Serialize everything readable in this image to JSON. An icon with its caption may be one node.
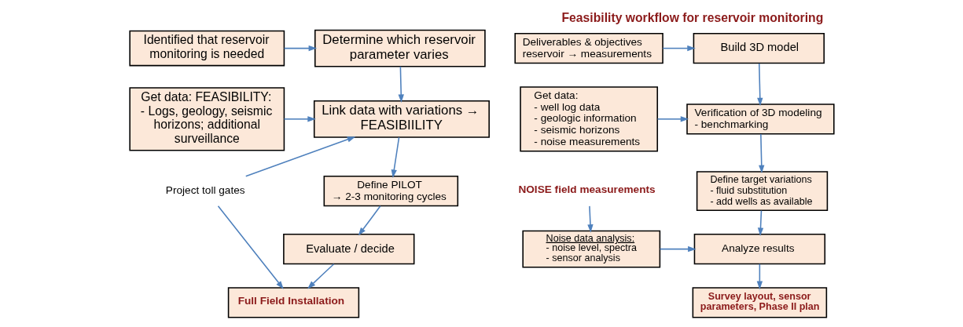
{
  "diagram": {
    "title": "Feasibility workflow for reservoir monitoring",
    "nodes": [
      {
        "text": [
          "Identified that reservoir monitoring is needed"
        ]
      },
      {
        "text": [
          "Determine which reservoir parameter varies"
        ]
      },
      {
        "text": [
          "Get data: FEASIBILITY:",
          "- Logs, geology, seismic horizons; additional surveillance"
        ]
      },
      {
        "text": [
          "Link data with variations → FEASIBIILITY"
        ]
      },
      {
        "text": [
          "Define PILOT",
          "→ 2-3 monitoring cycles"
        ]
      },
      {
        "text": [
          "Project toll gates"
        ]
      },
      {
        "text": [
          "Evaluate / decide"
        ]
      },
      {
        "text": [
          "Full Field Installation"
        ]
      },
      {
        "text": [
          "Deliverables & objectives reservoir → measurements"
        ]
      },
      {
        "text": [
          "Build 3D model"
        ]
      },
      {
        "text": [
          "Get data:",
          "- well log data",
          "- geologic information",
          "- seismic horizons",
          "- noise measurements"
        ]
      },
      {
        "text": [
          "Verification of 3D modeling",
          "- benchmarking"
        ]
      },
      {
        "text": [
          "Define target variations",
          "- fluid substitution",
          "- add wells as available"
        ]
      },
      {
        "text": [
          "NOISE field measurements"
        ]
      },
      {
        "text": [
          "Noise data analysis:",
          "- noise level, spectra",
          "- sensor analysis"
        ]
      },
      {
        "text": [
          "Analyze results"
        ]
      },
      {
        "text": [
          "Survey layout, sensor parameters, Phase II plan"
        ]
      }
    ],
    "edges": [
      {
        "from": 0,
        "to": 1,
        "arrow": "to"
      },
      {
        "from": 1,
        "to": 3,
        "arrow": "to"
      },
      {
        "from": 2,
        "to": 3,
        "arrow": "to"
      },
      {
        "from": 3,
        "to": 4,
        "arrow": "to"
      },
      {
        "from": 5,
        "to": 3,
        "arrow": "to"
      },
      {
        "from": 5,
        "to": 7,
        "arrow": "to"
      },
      {
        "from": 4,
        "to": 6,
        "arrow": "to"
      },
      {
        "from": 6,
        "to": 7,
        "arrow": "to"
      },
      {
        "from": 8,
        "to": 9,
        "arrow": "to"
      },
      {
        "from": 9,
        "to": 11,
        "arrow": "to"
      },
      {
        "from": 10,
        "to": 11,
        "arrow": "to"
      },
      {
        "from": 11,
        "to": 12,
        "arrow": "to"
      },
      {
        "from": 12,
        "to": 15,
        "arrow": "to"
      },
      {
        "from": 13,
        "to": 14,
        "arrow": "to"
      },
      {
        "from": 14,
        "to": 15,
        "arrow": "to"
      },
      {
        "from": 15,
        "to": 16,
        "arrow": "to"
      }
    ]
  }
}
